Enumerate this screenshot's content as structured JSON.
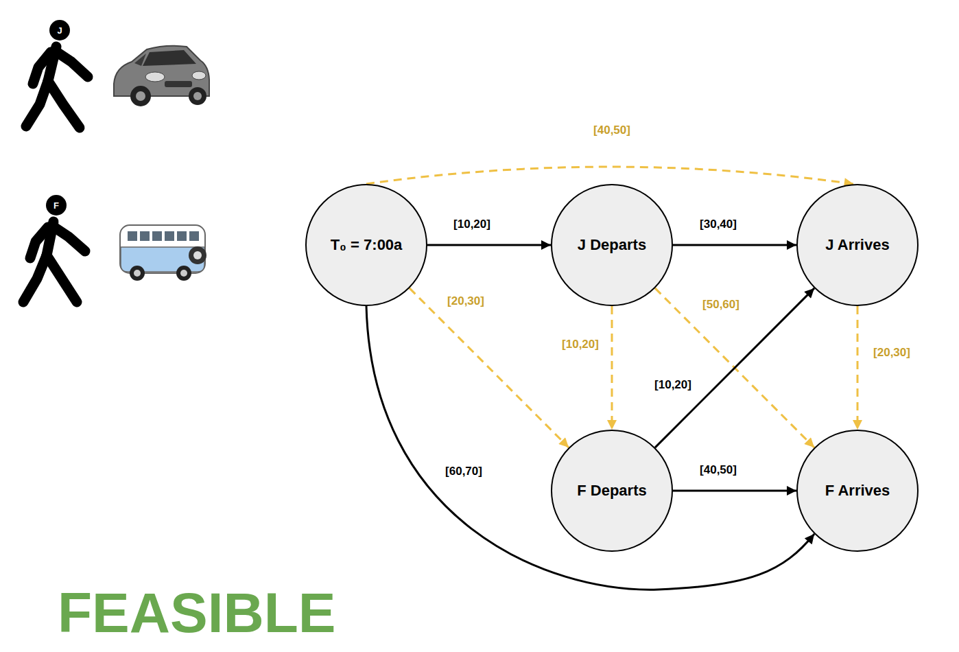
{
  "diagram": {
    "nodes": [
      {
        "text": [
          "T₀ = 7:00a"
        ]
      },
      {
        "text": [
          "J Departs"
        ]
      },
      {
        "text": [
          "J Arrives"
        ]
      },
      {
        "text": [
          "F Departs"
        ]
      },
      {
        "text": [
          "F Arrives"
        ]
      }
    ],
    "edges": [
      {
        "from": 0,
        "to": 1,
        "arrow": "to",
        "label": "[10,20]"
      },
      {
        "from": 0,
        "to": 2,
        "arrow": "to",
        "label": "[40,50]"
      },
      {
        "from": 0,
        "to": 3,
        "arrow": "to",
        "label": "[20,30]"
      },
      {
        "from": 0,
        "to": 4,
        "arrow": "to",
        "label": "[60,70]"
      },
      {
        "from": 1,
        "to": 2,
        "arrow": "to",
        "label": "[30,40]"
      },
      {
        "from": 1,
        "to": 3,
        "arrow": "to",
        "label": "[10,20]"
      },
      {
        "from": 1,
        "to": 4,
        "arrow": "to",
        "label": "[50,60]"
      },
      {
        "from": 3,
        "to": 2,
        "arrow": "to",
        "label": "[10,20]"
      },
      {
        "from": 3,
        "to": 4,
        "arrow": "to",
        "label": "[40,50]"
      },
      {
        "from": 2,
        "to": 4,
        "arrow": "to",
        "label": "[20,30]"
      }
    ],
    "labels": [
      "J",
      "F",
      "FEASIBLE"
    ]
  }
}
